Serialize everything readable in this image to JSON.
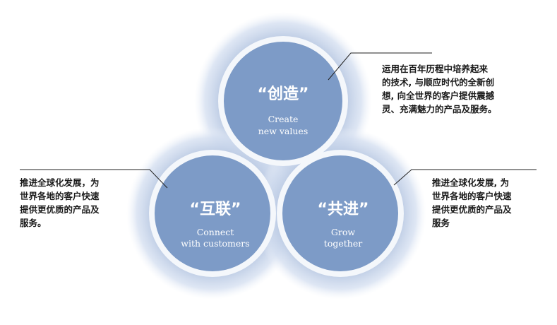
{
  "colors": {
    "circle_fill": "#7d9bc7",
    "glow": "#c7d3e7",
    "connector": "#222222",
    "text": "#1a1a1a"
  },
  "circles": {
    "top": {
      "title": "“创造”",
      "subtitle_lines": [
        "Create",
        "new values"
      ]
    },
    "left": {
      "title": "“互联”",
      "subtitle_lines": [
        "Connect",
        "with customers"
      ]
    },
    "right": {
      "title": "“共进”",
      "subtitle_lines": [
        "Grow",
        "together"
      ]
    }
  },
  "descriptions": {
    "top": [
      "运用在百年历程中培养起来",
      "的技术, 与顺应时代的全新创",
      "想, 向全世界的客户提供震撼",
      "灵、充满魅力的产品及服务。"
    ],
    "left": [
      "推进全球化发展，为",
      "世界各地的客户快速",
      "提供更优质的产品及",
      "服务。"
    ],
    "right": [
      "推进全球化发展, 为",
      "世界各地的客户快速",
      "提供更优质的产品及",
      "服务"
    ]
  }
}
